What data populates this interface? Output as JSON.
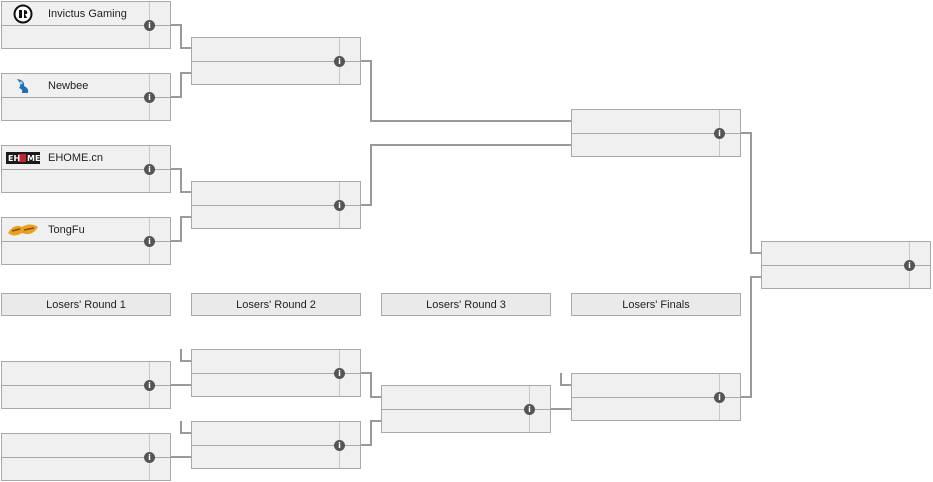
{
  "teams": {
    "ig": {
      "name": "Invictus Gaming",
      "icon": "invictus-gaming-logo-icon"
    },
    "nb": {
      "name": "Newbee",
      "icon": "newbee-logo-icon"
    },
    "ehome": {
      "name": "EHOME.cn",
      "icon": "ehome-logo-icon"
    },
    "tongfu": {
      "name": "TongFu",
      "icon": "tongfu-logo-icon"
    }
  },
  "info_glyph": "i",
  "round_labels": {
    "lr1": "Losers' Round 1",
    "lr2": "Losers' Round 2",
    "lr3": "Losers' Round 3",
    "lf": "Losers' Finals"
  },
  "colors": {
    "match_bg": "#f0f0f0",
    "border": "#a9a9a9",
    "connector": "#9a9a9a",
    "info_icon": "#555555"
  }
}
